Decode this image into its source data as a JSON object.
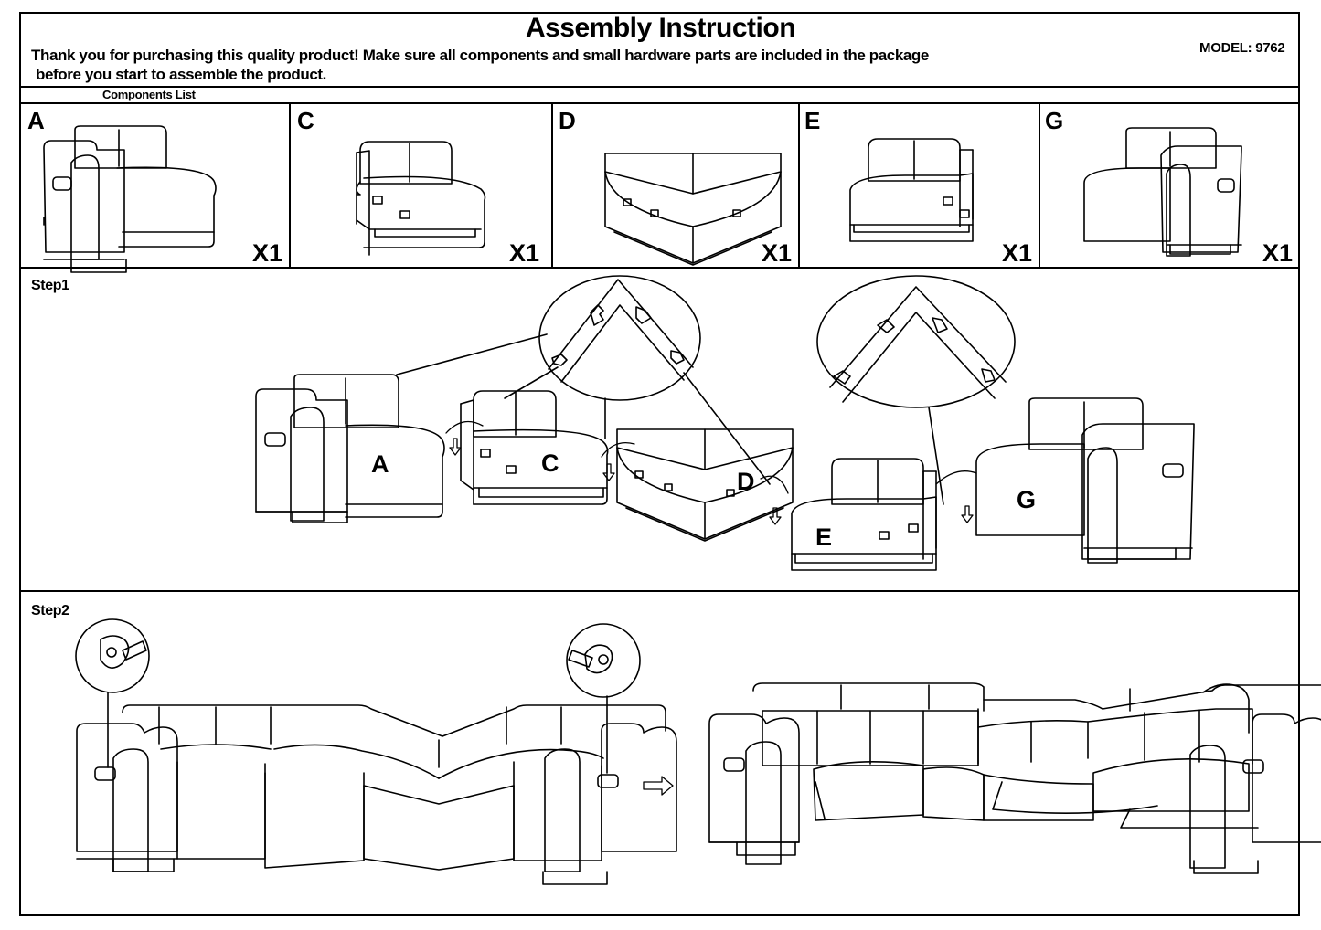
{
  "header": {
    "title": "Assembly Instruction",
    "intro_line1": "Thank you for purchasing this quality product! Make sure all components and small hardware parts are included in the package",
    "intro_line2": "before you start to assemble the product.",
    "model": "MODEL: 9762"
  },
  "components": {
    "title": "Components List",
    "items": [
      {
        "letter": "A",
        "qty": "X1"
      },
      {
        "letter": "C",
        "qty": "X1"
      },
      {
        "letter": "D",
        "qty": "X1"
      },
      {
        "letter": "E",
        "qty": "X1"
      },
      {
        "letter": "G",
        "qty": "X1"
      }
    ]
  },
  "step1": {
    "label": "Step1",
    "parts": [
      "A",
      "C",
      "D",
      "E",
      "G"
    ]
  },
  "step2": {
    "label": "Step2"
  }
}
